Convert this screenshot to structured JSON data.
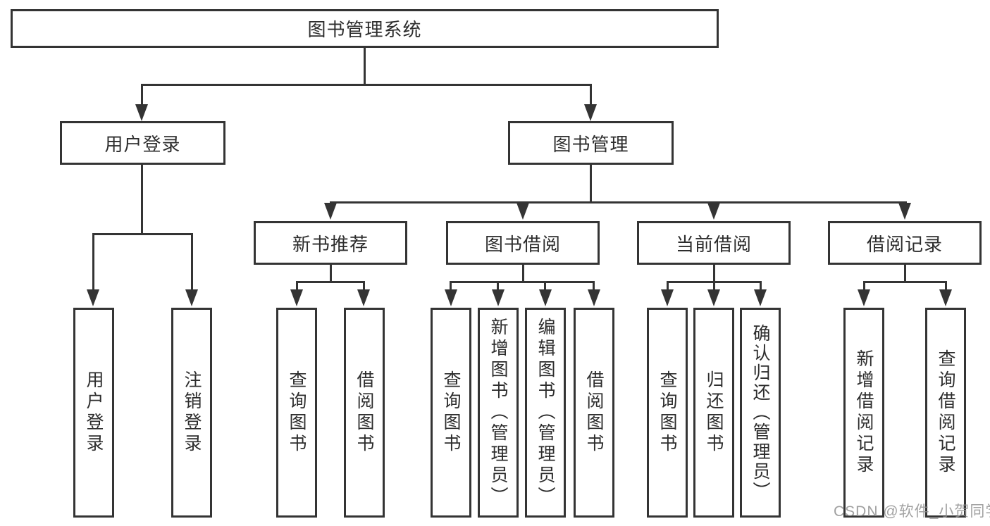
{
  "diagram": {
    "root": {
      "label": "图书管理系统"
    },
    "branches": [
      {
        "label": "用户登录",
        "children": [
          {
            "label": "用户登录"
          },
          {
            "label": "注销登录"
          }
        ]
      },
      {
        "label": "图书管理",
        "sections": [
          {
            "label": "新书推荐",
            "children": [
              {
                "label": "查询图书"
              },
              {
                "label": "借阅图书"
              }
            ]
          },
          {
            "label": "图书借阅",
            "children": [
              {
                "label": "查询图书"
              },
              {
                "label": "新增图书（管理员）"
              },
              {
                "label": "编辑图书（管理员）"
              },
              {
                "label": "借阅图书"
              }
            ]
          },
          {
            "label": "当前借阅",
            "children": [
              {
                "label": "查询图书"
              },
              {
                "label": "归还图书"
              },
              {
                "label": "确认归还（管理员）"
              }
            ]
          },
          {
            "label": "借阅记录",
            "children": [
              {
                "label": "新增借阅记录"
              },
              {
                "label": "查询借阅记录"
              }
            ]
          }
        ]
      }
    ]
  },
  "watermark": {
    "text": "CSDN @软件_小贺同学"
  }
}
